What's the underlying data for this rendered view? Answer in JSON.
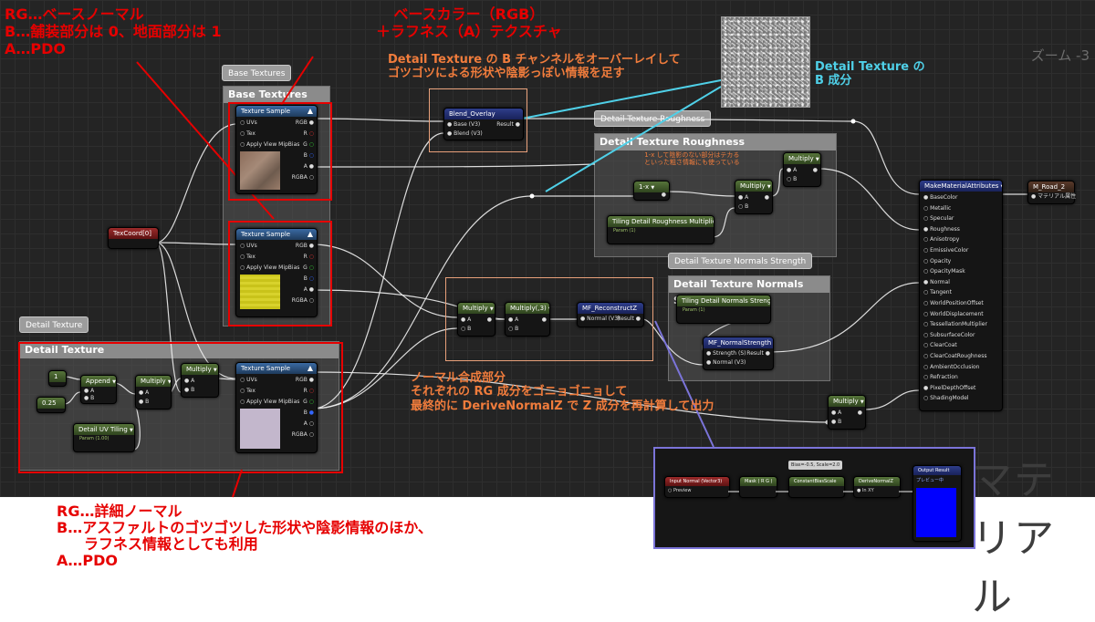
{
  "graph": {
    "zoom_label": "ズーム -3",
    "watermark": "マテリアル"
  },
  "comments": {
    "base_textures_tag": "Base Textures",
    "base_textures_header": "Base Textures",
    "detail_texture_tag": "Detail Texture",
    "detail_texture_header": "Detail Texture",
    "roughness_tag": "Detail Texture Roughness",
    "roughness_header": "Detail Texture Roughness",
    "normals_tag": "Detail Texture Normals Strength",
    "normals_header": "Detail Texture Normals Strength",
    "roughness_note_1": "1-x して陰影のない部分はテカる",
    "roughness_note_2": "といった粗さ情報にも使っている"
  },
  "nodes": {
    "texcoord": {
      "title": "TexCoord[0]"
    },
    "texture_sample": {
      "title": "Texture Sample",
      "pins_in": [
        "UVs",
        "Tex",
        "Apply View MipBias"
      ],
      "pins_out": [
        "RGB",
        "R",
        "G",
        "B",
        "A",
        "RGBA"
      ]
    },
    "blend_overlay": {
      "title": "Blend_Overlay",
      "in1": "Base (V3)",
      "in2": "Blend (V3)",
      "out": "Result"
    },
    "multiply": {
      "title": "Multiply",
      "a": "A",
      "b": "B"
    },
    "multiply_3": {
      "title": "Multiply(,3)"
    },
    "reconstruct": {
      "title": "MF_ReconstructZ",
      "in": "Normal (V3)",
      "out": "Result"
    },
    "one_minus": {
      "title": "1-x"
    },
    "roughness_mult": {
      "title": "Tiling Detail Roughness Multiplier",
      "sub": "Param (1)"
    },
    "normals_strength_param": {
      "title": "Tiling Detail Normals Strength",
      "sub": "Param (1)"
    },
    "mf_normal_strength": {
      "title": "MF_NormalStrength",
      "in1": "Strength (S)",
      "in2": "Normal (V3)",
      "out": "Result"
    },
    "const_1": {
      "title": "1"
    },
    "const_025": {
      "title": "0.25"
    },
    "append": {
      "title": "Append"
    },
    "detail_uv_tiling": {
      "title": "Detail UV Tiling",
      "sub": "Param (1.00)"
    },
    "material_attributes": {
      "title": "MakeMaterialAttributes",
      "pins": [
        "BaseColor",
        "Metallic",
        "Specular",
        "Roughness",
        "Anisotropy",
        "EmissiveColor",
        "Opacity",
        "OpacityMask",
        "Normal",
        "Tangent",
        "WorldPositionOffset",
        "WorldDisplacement",
        "TessellationMultiplier",
        "SubsurfaceColor",
        "ClearCoat",
        "ClearCoatRoughness",
        "AmbientOcclusion",
        "Refraction",
        "PixelDepthOffset",
        "ShadingModel"
      ]
    },
    "material": {
      "title": "M_Road_2",
      "pin": "マテリアル属性"
    }
  },
  "inset": {
    "bias_scale": "Bias=-0.5, Scale=2.0",
    "input_normal": "Input Normal (Vector3)",
    "preview": "Preview",
    "mask": "Mask ( R G )",
    "constant_bias_scale": "ConstantBiasScale",
    "derive_normal_z": "DeriveNormalZ",
    "in_xy": "In XY",
    "output_result": "Output Result",
    "preview_jp": "プレビュー中",
    "preview_color": "#0000ff"
  },
  "annotations": {
    "base_rg": "RG…ベースノーマル",
    "base_b": "B…舗装部分は 0、地面部分は 1",
    "base_a": "A…PDO",
    "base_color_1": "ベースカラー（RGB）",
    "base_color_2": "＋ラフネス（A）テクスチャ",
    "overlay_1": "Detail Texture の B チャンネルをオーバーレイして",
    "overlay_2": "ゴツゴツによる形状や陰影っぽい情報を足す",
    "detail_b_1": "Detail Texture の",
    "detail_b_2": "B 成分",
    "normal_1": "ノーマル合成部分",
    "normal_2": "それぞれの RG 成分をゴニョゴニョして",
    "normal_3": "最終的に DeriveNormalZ で Z 成分を再計算して出力",
    "detail_rg": "RG…詳細ノーマル",
    "detail_b": "B…アスファルトのゴツゴツした形状や陰影情報のほか、",
    "detail_b2": "ラフネス情報としても利用",
    "detail_a": "A…PDO"
  },
  "colors": {
    "annotation_red": "#e60000",
    "annotation_orange": "#f07c3c",
    "annotation_cyan": "#4fd0e8",
    "inset_border": "#7b74d9"
  }
}
